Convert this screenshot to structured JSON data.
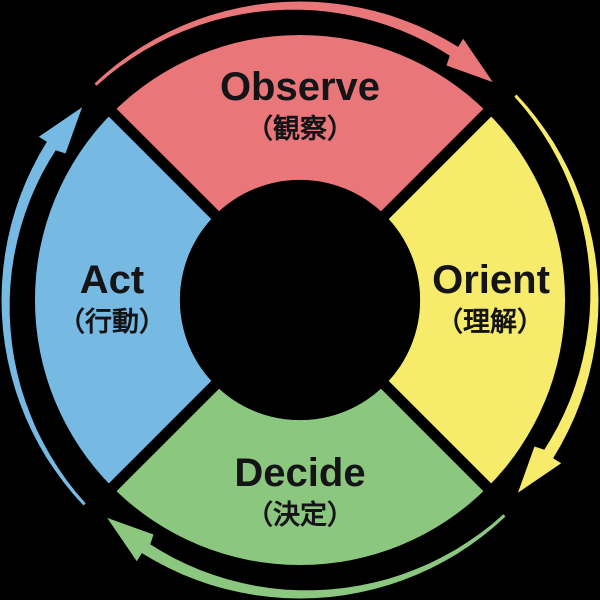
{
  "diagram": {
    "name": "OODA loop cycle",
    "background_color": "#000000",
    "text_color": "#141417",
    "cycle_direction": "clockwise",
    "segments": [
      {
        "id": "observe",
        "label": "Observe",
        "label_ja": "（観察）",
        "color": "#E97679",
        "position": "top"
      },
      {
        "id": "orient",
        "label": "Orient",
        "label_ja": "（理解）",
        "color": "#F6EB6B",
        "position": "right"
      },
      {
        "id": "decide",
        "label": "Decide",
        "label_ja": "（決定）",
        "color": "#8BC77F",
        "position": "bottom"
      },
      {
        "id": "act",
        "label": "Act",
        "label_ja": "（行動）",
        "color": "#76BAE3",
        "position": "left"
      }
    ]
  }
}
